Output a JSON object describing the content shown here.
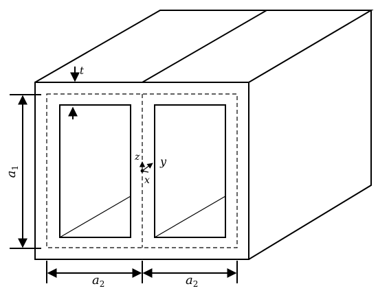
{
  "labels": {
    "thickness": "t",
    "height_symbol": "a",
    "height_subscript": "1",
    "width_symbol": "a",
    "width_subscript": "2",
    "axis_z": "z",
    "axis_y": "y",
    "axis_x": "x"
  }
}
